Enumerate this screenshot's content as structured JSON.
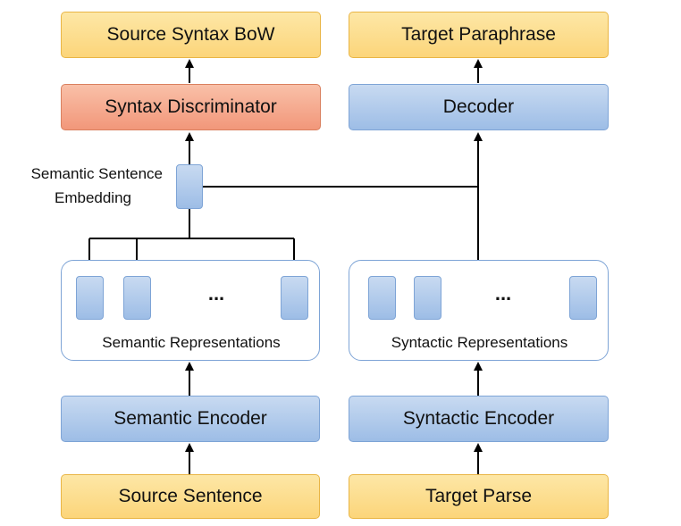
{
  "diagram": {
    "nodes": {
      "source_syntax_bow": "Source Syntax BoW",
      "target_paraphrase": "Target Paraphrase",
      "syntax_discriminator": "Syntax Discriminator",
      "decoder": "Decoder",
      "semantic_encoder": "Semantic Encoder",
      "syntactic_encoder": "Syntactic Encoder",
      "source_sentence": "Source Sentence",
      "target_parse": "Target Parse"
    },
    "groups": {
      "semantic_representations": "Semantic Representations",
      "syntactic_representations": "Syntactic Representations",
      "ellipsis": "..."
    },
    "annotations": {
      "embedding_line1": "Semantic Sentence",
      "embedding_line2": "Embedding"
    },
    "colors": {
      "io_box": "#fcd57a",
      "module_box": "#9dbde6",
      "discriminator_box": "#f2977a",
      "group_border": "#7ea4d6"
    }
  }
}
